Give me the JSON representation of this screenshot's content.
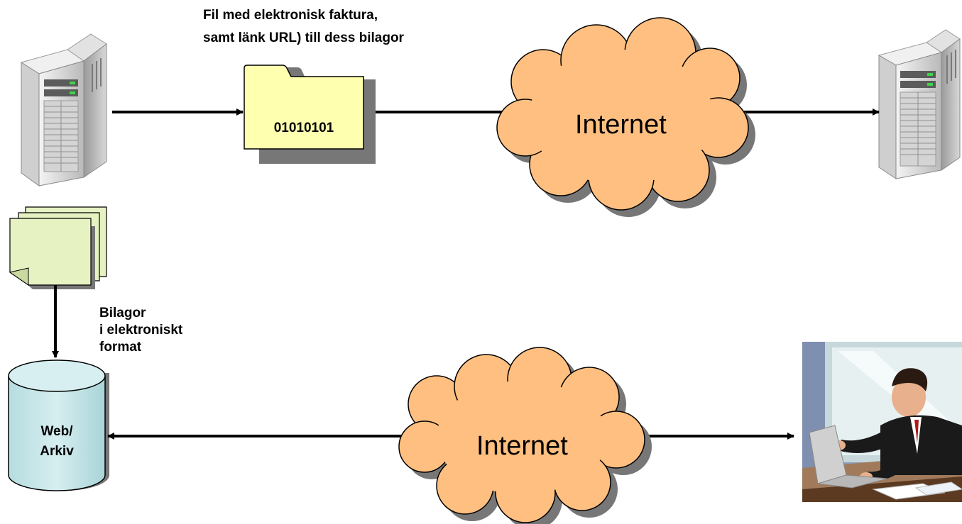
{
  "top_flow": {
    "file_caption": [
      "Fil med elektronisk faktura,",
      "samt länk URL) till dess bilagor"
    ],
    "file_content": "01010101",
    "cloud_label": "Internet"
  },
  "attachments": {
    "caption": [
      "Bilagor",
      "i elektroniskt",
      "format"
    ]
  },
  "archive": {
    "label": [
      "Web/",
      "Arkiv"
    ]
  },
  "bottom_flow": {
    "cloud_label": "Internet"
  },
  "colors": {
    "cloud_fill": "#FFBF80",
    "folder_fill": "#FFFFB0",
    "pages_fill": "#E6F2C2",
    "cylinder_fill": "#C8E6E8",
    "shadow": "#777777"
  }
}
